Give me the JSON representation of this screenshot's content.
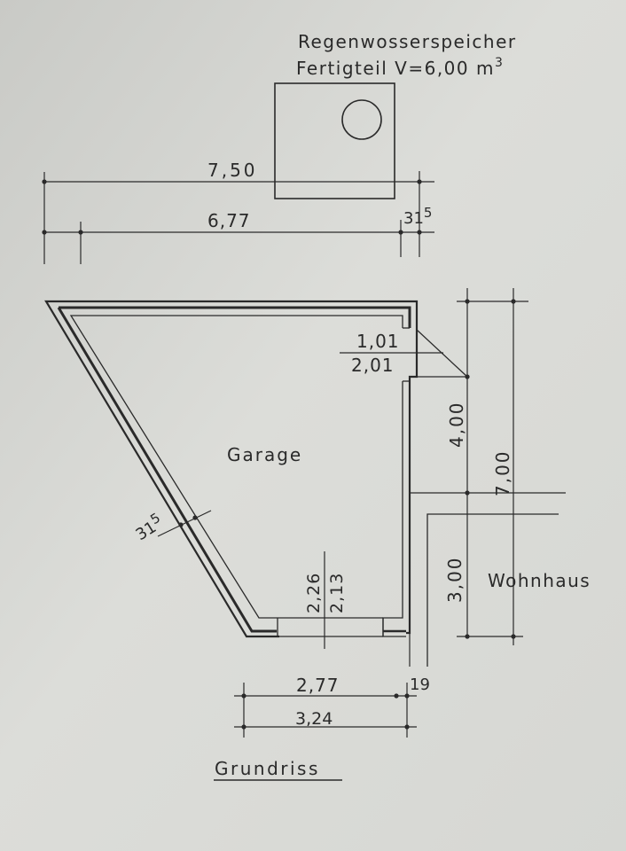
{
  "drawing": {
    "tank_title": "Regenwosserspeicher",
    "tank_subtitle": "Fertigteil  V=6,00 m",
    "tank_superscript": "3",
    "garage_label": "Garage",
    "house_label": "Wohnhaus",
    "plan_title": "Grundriss"
  },
  "dimensions": {
    "top_outer": "7,50",
    "top_inner": "6,77",
    "top_right": "31",
    "top_right_sup": "5",
    "notch_upper": "1,01",
    "notch_lower": "2,01",
    "right_upper": "4,00",
    "right_total": "7,00",
    "right_lower": "3,00",
    "diag_wall": "31",
    "diag_wall_sup": "5",
    "opening_a": "2,26",
    "opening_b": "2,13",
    "bottom_inner": "2,77",
    "bottom_outer": "3,24",
    "bottom_right": "19"
  },
  "colors": {
    "paper": "#d9dad6",
    "ink": "#2a2a2a"
  }
}
